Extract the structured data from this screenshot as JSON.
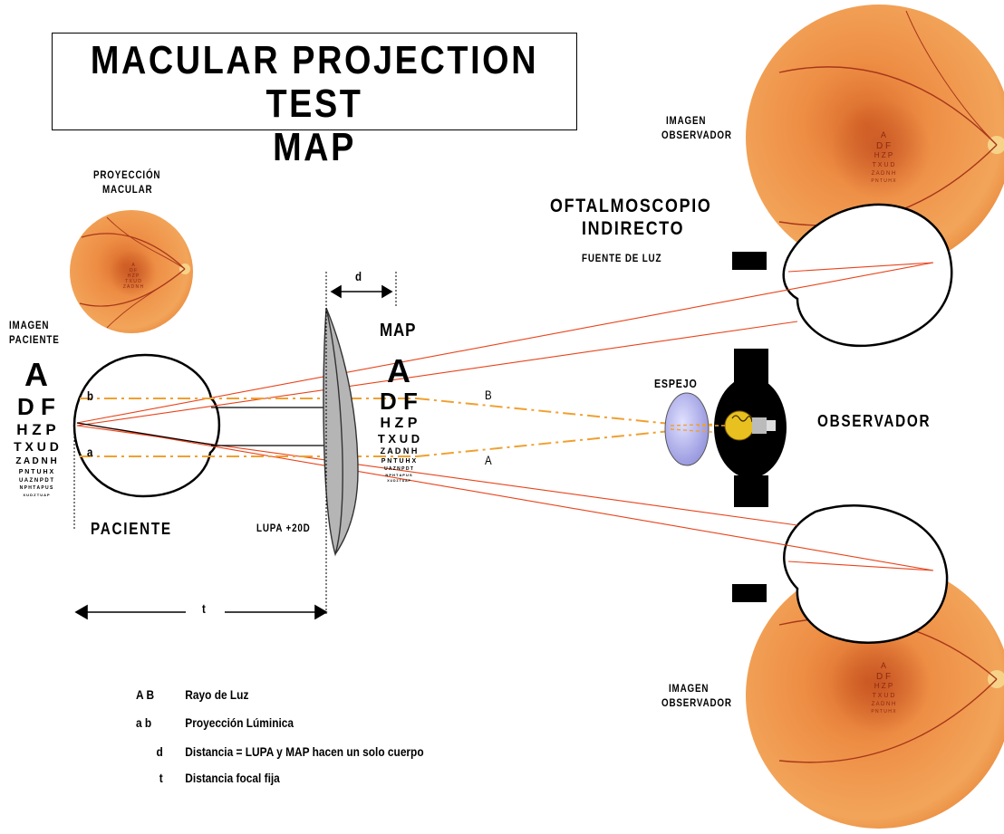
{
  "title": {
    "line1": "MACULAR PROJECTION TEST",
    "line2": "MAP"
  },
  "labels": {
    "proyeccion_macular": [
      "PROYECCIÓN",
      "MACULAR"
    ],
    "imagen_paciente": [
      "IMAGEN",
      "PACIENTE"
    ],
    "paciente": "PACIENTE",
    "lupa": "LUPA +20D",
    "map": "MAP",
    "d": "d",
    "t": "t",
    "ray_b_upper": "B",
    "ray_a_lower": "A",
    "proj_b": "b",
    "proj_a": "a",
    "espejo": "ESPEJO",
    "observador": "OBSERVADOR",
    "oftalmoscopio": [
      "OFTALMOSCOPIO",
      "INDIRECTO"
    ],
    "fuente_de_luz": "FUENTE DE LUZ",
    "imagen_observador_top": [
      "IMAGEN",
      "OBSERVADOR"
    ],
    "imagen_observador_bottom": [
      "IMAGEN",
      "OBSERVADOR"
    ]
  },
  "eye_chart": {
    "rows": [
      "A",
      "D F",
      "H Z P",
      "T X U D",
      "Z A D N H",
      "P N T U H X",
      "U A Z N P D T",
      "N P H T A P U S",
      "X U D Z T U A P"
    ]
  },
  "legend": [
    {
      "key": "A B",
      "text": "Rayo de Luz"
    },
    {
      "key": "a b",
      "text": "Proyección Lúminica"
    },
    {
      "key": "d",
      "text": "Distancia = LUPA y MAP hacen un solo cuerpo"
    },
    {
      "key": "t",
      "text": "Distancia focal fija"
    }
  ],
  "colors": {
    "ray_line": "#e8431a",
    "dashdot": "#f0a030",
    "fundus": "#e8843a",
    "fundus_dark": "#c0501a",
    "lens": "#b8b8b8",
    "mirror": "#c8c8f0",
    "lamp": "#e8c020"
  }
}
